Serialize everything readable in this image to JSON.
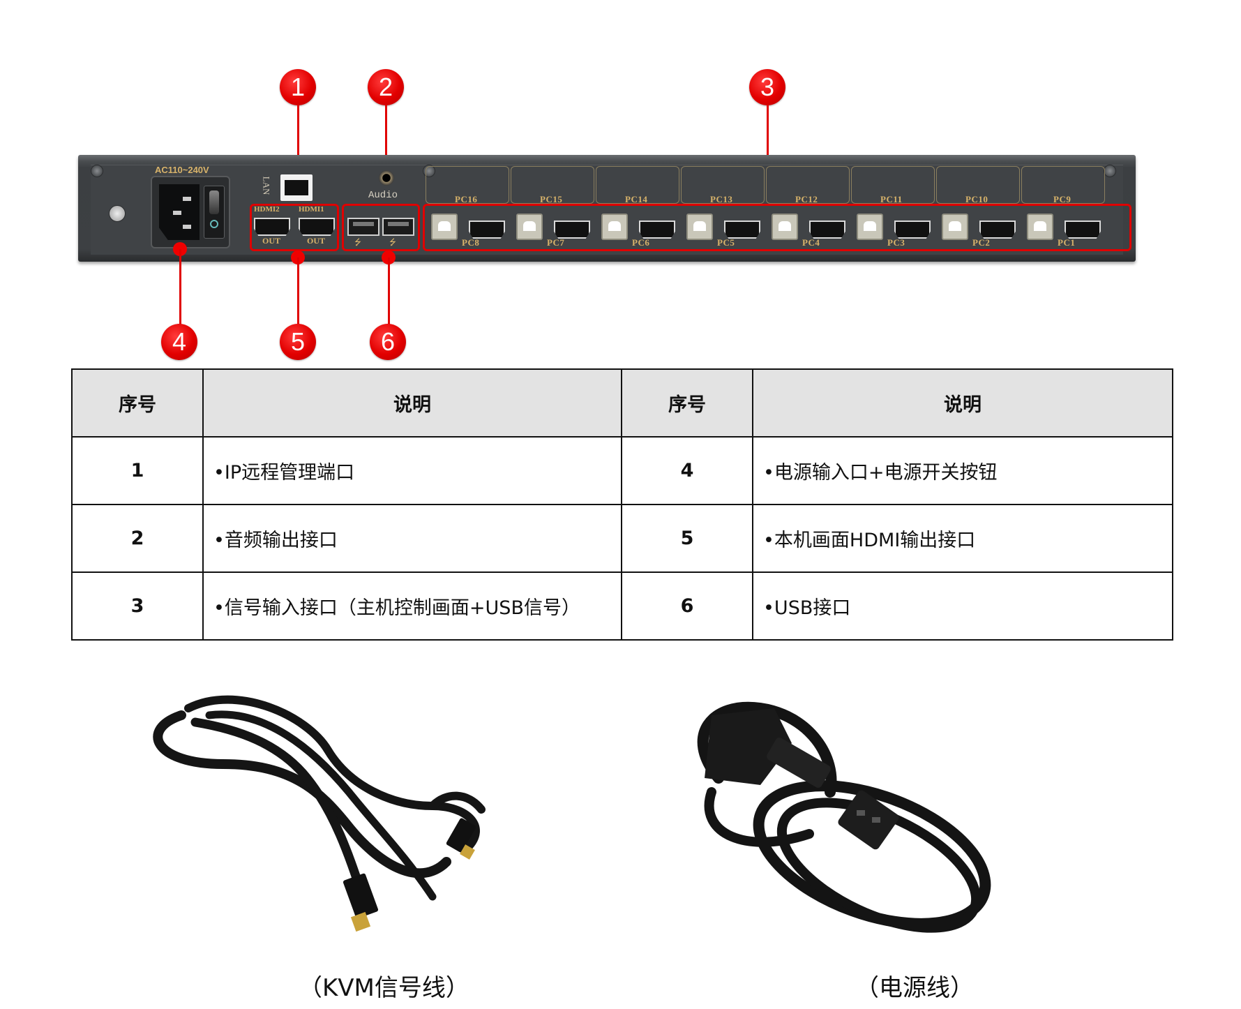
{
  "callouts": [
    {
      "n": "1",
      "target": "LAN port"
    },
    {
      "n": "2",
      "target": "Audio jack"
    },
    {
      "n": "3",
      "target": "PC input ports"
    },
    {
      "n": "4",
      "target": "Power inlet + switch"
    },
    {
      "n": "5",
      "target": "HDMI OUT ports"
    },
    {
      "n": "6",
      "target": "USB ports"
    }
  ],
  "device": {
    "power_label": "AC110~240V",
    "lan_label": "LAN",
    "audio_label": "Audio",
    "hdmi_out": [
      {
        "top": "HDMI2",
        "bottom": "OUT"
      },
      {
        "top": "HDMI1",
        "bottom": "OUT"
      }
    ],
    "pc_top": [
      "PC16",
      "PC15",
      "PC14",
      "PC13",
      "PC12",
      "PC11",
      "PC10",
      "PC9"
    ],
    "pc_bottom": [
      "PC8",
      "PC7",
      "PC6",
      "PC5",
      "PC4",
      "PC3",
      "PC2",
      "PC1"
    ],
    "colors": {
      "panel": "#404346",
      "label_gold": "#d8b36a",
      "callout_red": "#e00000"
    }
  },
  "table": {
    "headers": [
      "序号",
      "说明",
      "序号",
      "说明"
    ],
    "rows": [
      {
        "n1": "1",
        "d1": "•IP远程管理端口",
        "n2": "4",
        "d2": "•电源输入口+电源开关按钮"
      },
      {
        "n1": "2",
        "d1": "•音频输出接口",
        "n2": "5",
        "d2": "•本机画面HDMI输出接口"
      },
      {
        "n1": "3",
        "d1": "•信号输入接口（主机控制画面+USB信号）",
        "n2": "6",
        "d2": "•USB接口"
      }
    ],
    "header_bg": "#e3e3e3"
  },
  "accessories": [
    {
      "caption": "（KVM信号线）",
      "image": "kvm-cable-photo"
    },
    {
      "caption": "（电源线）",
      "image": "power-cord-photo"
    }
  ]
}
